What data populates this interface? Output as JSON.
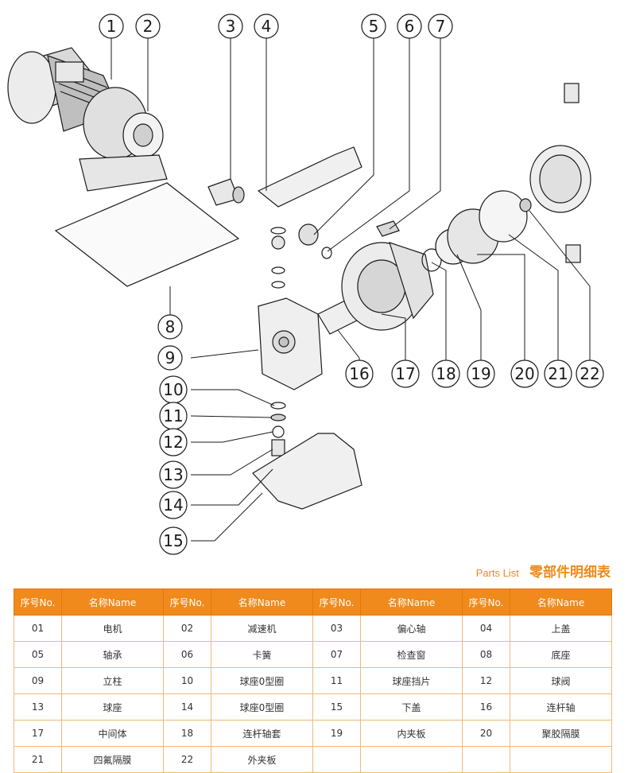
{
  "callouts": [
    "1",
    "2",
    "3",
    "4",
    "5",
    "6",
    "7",
    "8",
    "9",
    "10",
    "11",
    "12",
    "13",
    "14",
    "15",
    "16",
    "17",
    "18",
    "19",
    "20",
    "21",
    "22"
  ],
  "title": {
    "en": "Parts List",
    "cn": "零部件明细表"
  },
  "table": {
    "headers": {
      "no": "序号No.",
      "name": "名称Name"
    },
    "rows": [
      [
        [
          "01",
          "电机"
        ],
        [
          "02",
          "减速机"
        ],
        [
          "03",
          "偏心轴"
        ],
        [
          "04",
          "上盖"
        ]
      ],
      [
        [
          "05",
          "轴承"
        ],
        [
          "06",
          "卡簧"
        ],
        [
          "07",
          "检查窗"
        ],
        [
          "08",
          "底座"
        ]
      ],
      [
        [
          "09",
          "立柱"
        ],
        [
          "10",
          "球座0型圈"
        ],
        [
          "11",
          "球座挡片"
        ],
        [
          "12",
          "球阀"
        ]
      ],
      [
        [
          "13",
          "球座"
        ],
        [
          "14",
          "球座0型圈"
        ],
        [
          "15",
          "下盖"
        ],
        [
          "16",
          "连杆轴"
        ]
      ],
      [
        [
          "17",
          "中间体"
        ],
        [
          "18",
          "连杆轴套"
        ],
        [
          "19",
          "内夹板"
        ],
        [
          "20",
          "聚胶隔膜"
        ]
      ],
      [
        [
          "21",
          "四氟隔膜"
        ],
        [
          "22",
          "外夹板"
        ],
        [
          "",
          ""
        ],
        [
          "",
          ""
        ]
      ]
    ]
  },
  "colors": {
    "accent": "#f08a1c",
    "line": "#1a1a1a"
  }
}
